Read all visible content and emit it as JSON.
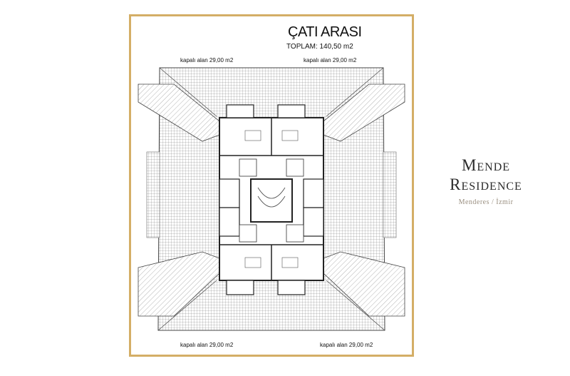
{
  "plan": {
    "title": "ÇATI ARASI",
    "total": "TOPLAM: 140,50 m2",
    "area_labels": [
      "kapalı alan 29,00 m2",
      "kapalı alan 29,00 m2",
      "kapalı alan 29,00 m2",
      "kapalı alan 29,00 m2"
    ]
  },
  "brand": {
    "line1": "Mende",
    "line2": "Residence",
    "location": "Menderes / İzmir"
  },
  "colors": {
    "frame": "#d4ae66",
    "roof_line": "#555555",
    "wall": "#222222"
  }
}
